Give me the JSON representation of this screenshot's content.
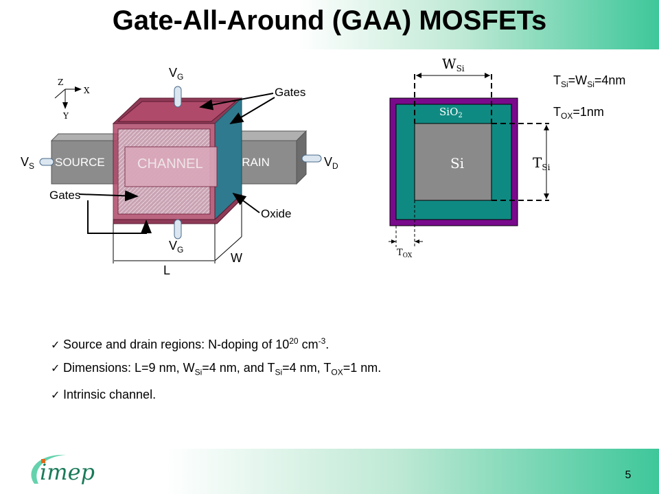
{
  "slide": {
    "title": "Gate-All-Around (GAA) MOSFETs",
    "page_number": "5"
  },
  "device": {
    "axis_z": "Z",
    "axis_x": "X",
    "axis_y": "Y",
    "vg": "V",
    "vg_sub": "G",
    "vs": "V",
    "vs_sub": "S",
    "vd": "V",
    "vd_sub": "D",
    "source": "SOURCE",
    "channel": "CHANNEL",
    "drain": "DRAIN",
    "gates": "Gates",
    "oxide": "Oxide",
    "width": "W",
    "length": "L"
  },
  "cross_section": {
    "w_si": "W",
    "w_si_sub": "Si",
    "sio2": "SiO",
    "sio2_sub": "2",
    "si": "Si",
    "t_si": "T",
    "t_si_sub": "Si",
    "t_ox": "T",
    "t_ox_sub": "OX",
    "param1_a": "T",
    "param1_a_sub": "Si",
    "param1_b": "=W",
    "param1_b_sub": "Si",
    "param1_c": "=4nm",
    "param2_a": "T",
    "param2_a_sub": "OX",
    "param2_b": "=1nm"
  },
  "bullets": {
    "b1_text": "Source and drain regions: N-doping of 10",
    "b1_sup1": "20",
    "b1_mid": " cm",
    "b1_sup2": "-3",
    "b1_end": ".",
    "b2_a": "Dimensions: L=9 nm, W",
    "b2_sub1": "Si",
    "b2_b": "=4 nm, and T",
    "b2_sub2": "Si",
    "b2_c": "=4 nm, T",
    "b2_sub3": "OX",
    "b2_d": "=1 nm.",
    "b3": "Intrinsic channel."
  },
  "logo": {
    "text": "imep"
  },
  "colors": {
    "gate_fill": "#b04a6a",
    "gate_side": "#2f7a8e",
    "source_drain": "#8c8c8c",
    "oxide_outer": "#7a0a8c",
    "oxide_inner": "#0f8a82",
    "si_core": "#8a8a8a",
    "accent_green": "#3ec79a"
  }
}
